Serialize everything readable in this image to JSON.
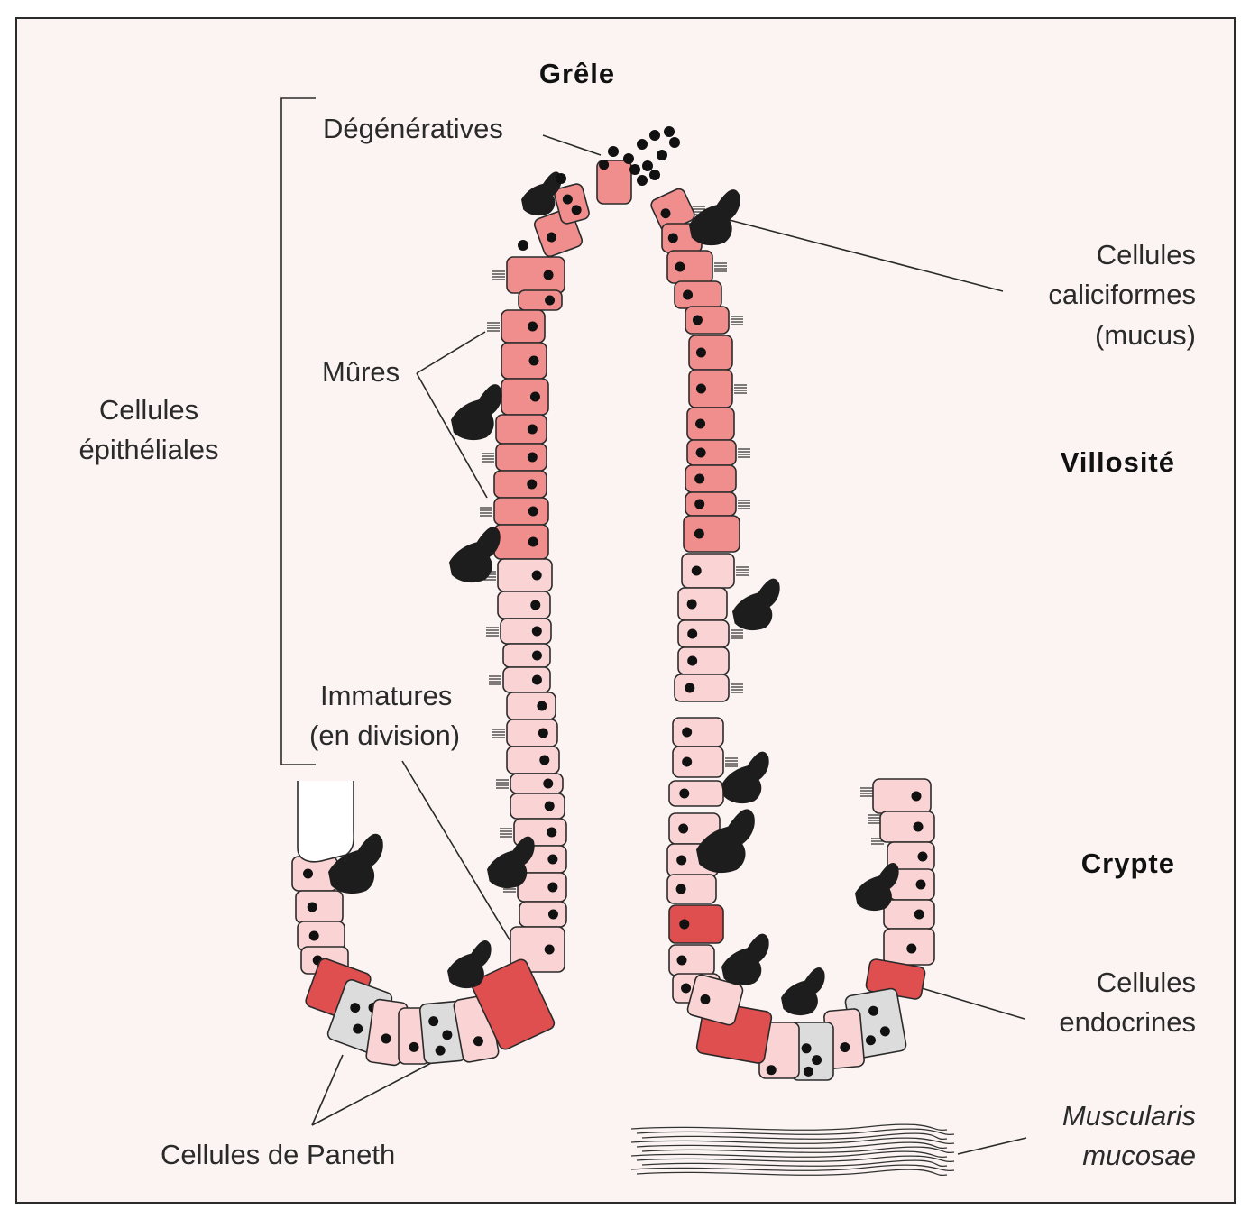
{
  "title": "Grêle",
  "labels": {
    "degeneratives": "Dégénératives",
    "mures": "Mûres",
    "immatures_1": "Immatures",
    "immatures_2": "(en division)",
    "epitheliales_1": "Cellules",
    "epitheliales_2": "épithéliales",
    "caliciformes_1": "Cellules",
    "caliciformes_2": "caliciformes",
    "caliciformes_3": "(mucus)",
    "villosite": "Villosité",
    "crypte": "Crypte",
    "endocrines_1": "Cellules",
    "endocrines_2": "endocrines",
    "paneth": "Cellules de Paneth",
    "muscularis_1": "Muscularis",
    "muscularis_2": "mucosae"
  },
  "colors": {
    "mature_cell": "#f08e8e",
    "immature_cell": "#fad4d4",
    "endocrine_cell": "#df4f4f",
    "paneth_cell": "#dcdcdc",
    "goblet_cell": "#1d1d1d",
    "outline": "#2a2a2a",
    "background": "#fbf4f3"
  },
  "icons": {
    "goblet": "goblet-cell-icon",
    "nucleus": "nucleus-icon",
    "microvilli": "microvilli-icon"
  }
}
